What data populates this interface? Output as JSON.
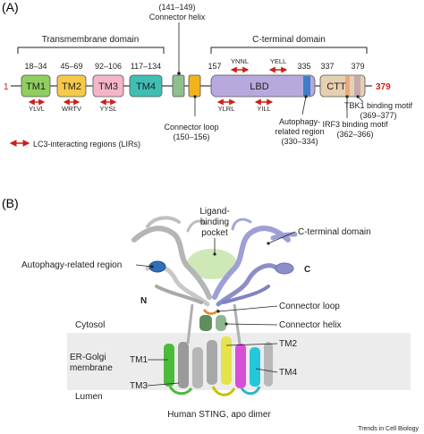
{
  "panels": {
    "a": {
      "label": "(A)",
      "domain_labels": {
        "transmembrane": "Transmembrane domain",
        "c_terminal": "C-terminal domain"
      },
      "start_residue": "1",
      "end_residue": "379",
      "domains": [
        {
          "name": "TM1",
          "range": "18–34",
          "color": "#8fce5f"
        },
        {
          "name": "TM2",
          "range": "45–69",
          "color": "#f6c94a"
        },
        {
          "name": "TM3",
          "range": "92–106",
          "color": "#f4b5c8"
        },
        {
          "name": "TM4",
          "range": "117–134",
          "color": "#3fbfb2"
        },
        {
          "name": "LBD",
          "range_start": "157",
          "range_end": "335",
          "color": "#b7a9de"
        },
        {
          "name": "CTT",
          "range_start": "337",
          "range_end": "379",
          "color": "#e6d0b2"
        }
      ],
      "connector_helix": {
        "range": "(141–149)",
        "label": "Connector helix"
      },
      "connector_loop": {
        "label": "Connector loop",
        "range": "(150–156)"
      },
      "autophagy_region": {
        "label_line1": "Autophagy-",
        "label_line2": "related region",
        "range": "(330–334)"
      },
      "irf3_motif": {
        "label": "IRF3 binding motif",
        "range": "(362–366)"
      },
      "tbk1_motif": {
        "label": "TBK1 binding motif",
        "range": "(369–377)"
      },
      "lirs": [
        "YLVL",
        "WRTV",
        "YYSL",
        "YNNL",
        "YELL",
        "YLRL",
        "YILL"
      ],
      "legend": "LC3-interacting regions (LIRs)"
    },
    "b": {
      "label": "(B)",
      "labels": {
        "ligand_pocket_1": "Ligand-",
        "ligand_pocket_2": "binding",
        "ligand_pocket_3": "pocket",
        "c_terminal": "C-terminal domain",
        "autophagy": "Autophagy-related region",
        "c": "C",
        "n": "N",
        "connector_loop": "Connector loop",
        "connector_helix": "Connector helix",
        "cytosol": "Cytosol",
        "er_golgi_1": "ER-Golgi",
        "er_golgi_2": "membrane",
        "lumen": "Lumen",
        "tm1": "TM1",
        "tm2": "TM2",
        "tm3": "TM3",
        "tm4": "TM4",
        "caption": "Human STING, apo dimer"
      }
    }
  },
  "footer": "Trends in Cell Biology"
}
